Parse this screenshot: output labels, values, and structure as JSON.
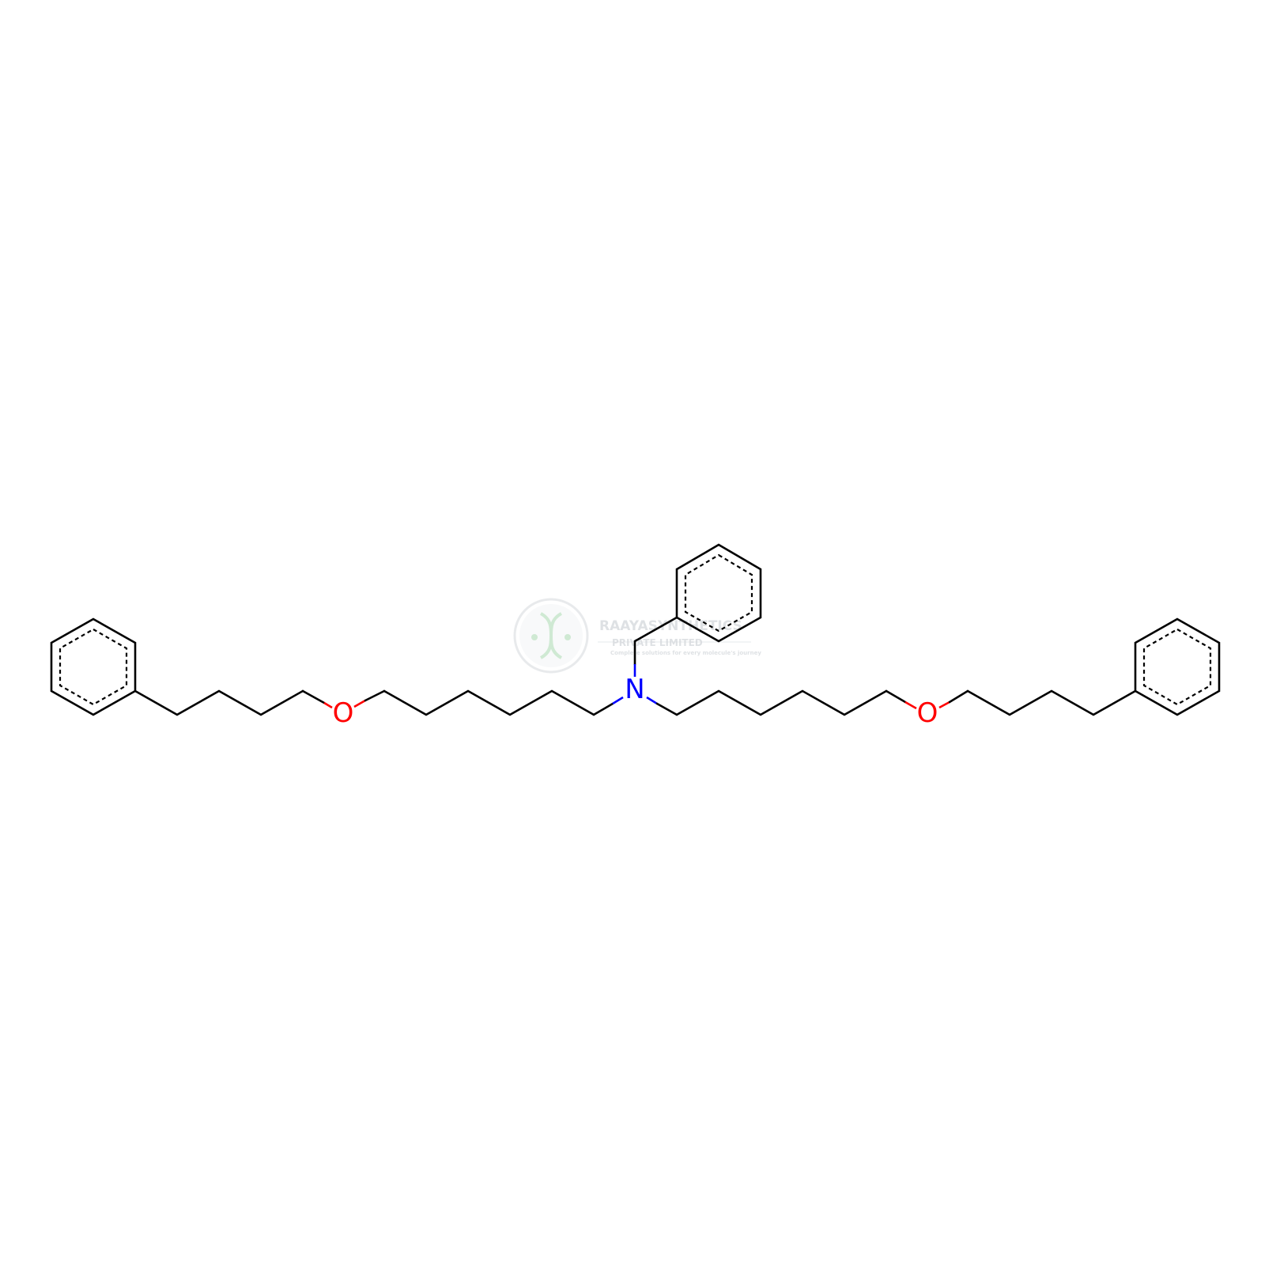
{
  "molecule": {
    "atoms": {
      "N": {
        "label": "N",
        "color": "#0000ff"
      },
      "O_left": {
        "label": "O",
        "color": "#ff0000"
      },
      "O_right": {
        "label": "O",
        "color": "#ff0000"
      }
    },
    "bond_color": "#000000"
  },
  "watermark": {
    "line1": "RAAYASYNTHETICS",
    "line2": "PRIVATE LIMITED",
    "line3": "Complete solutions for every molecule's journey",
    "color": "#c9ced3",
    "accent": "#a8d8b0"
  }
}
